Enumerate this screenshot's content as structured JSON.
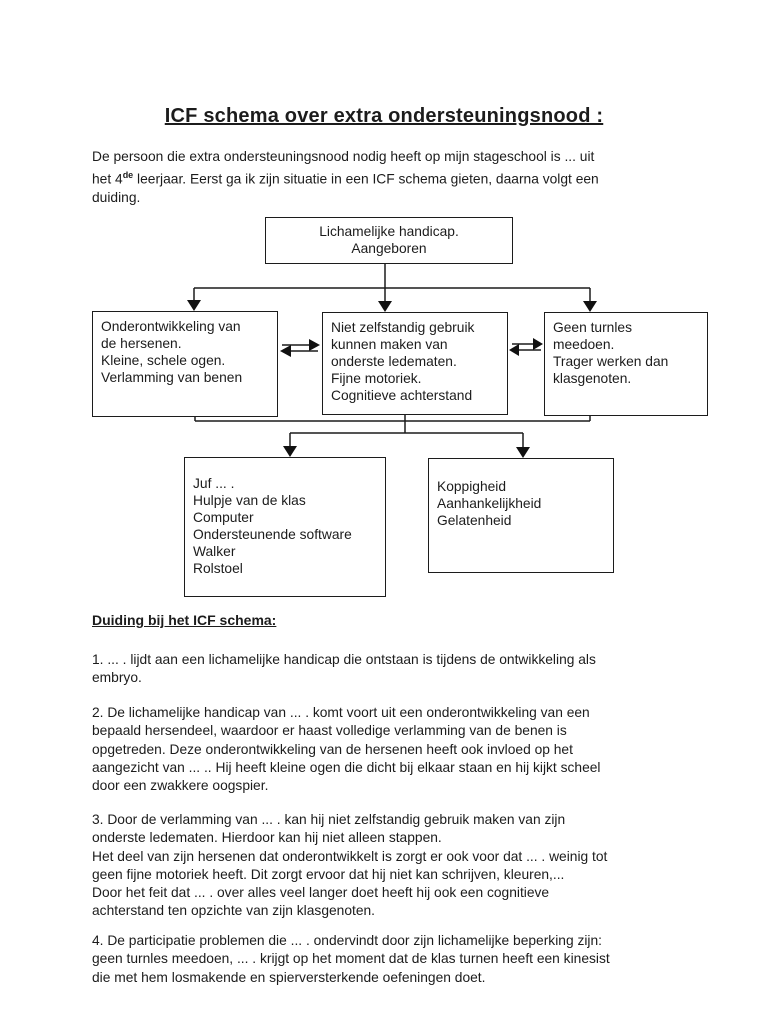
{
  "page": {
    "title": "ICF schema over extra ondersteuningsnood :"
  },
  "intro": {
    "line1": "De persoon die extra ondersteuningsnood nodig heeft op mijn stageschool is ... uit",
    "line2_part_a": "het 4",
    "line2_sup": "de",
    "line2_part_b": " leerjaar. Eerst ga ik zijn situatie in een ICF schema gieten, daarna volgt een",
    "line3": "duiding."
  },
  "diagram": {
    "top_box": {
      "lines": [
        "Lichamelijke handicap.",
        "Aangeboren"
      ]
    },
    "left_box": {
      "lines": [
        "Onderontwikkeling van",
        "de hersenen.",
        "Kleine, schele ogen.",
        "Verlamming van benen"
      ]
    },
    "middle_box": {
      "lines": [
        "Niet zelfstandig gebruik",
        "kunnen maken van",
        "onderste ledematen.",
        "Fijne motoriek.",
        "Cognitieve achterstand"
      ]
    },
    "right_box": {
      "lines": [
        "Geen turnles",
        "meedoen.",
        "Trager werken dan",
        "klasgenoten."
      ]
    },
    "bottom_left_box": {
      "lines": [
        "Juf ... .",
        "Hulpje van de klas",
        "Computer",
        "Ondersteunende software",
        "Walker",
        "Rolstoel"
      ]
    },
    "bottom_right_box": {
      "lines": [
        "Koppigheid",
        "Aanhankelijkheid",
        "Gelatenheid"
      ]
    }
  },
  "duiding": {
    "heading": "Duiding bij het ICF schema:",
    "p1": {
      "lines": [
        "1. ... . lijdt aan een lichamelijke handicap die ontstaan is tijdens de ontwikkeling als",
        "embryo."
      ]
    },
    "p2": {
      "lines": [
        "2. De lichamelijke handicap van ... . komt voort uit een onderontwikkeling van een",
        "bepaald hersendeel, waardoor er haast volledige verlamming van de benen is",
        "opgetreden. Deze onderontwikkeling van de hersenen heeft ook invloed op het",
        "aangezicht van ... .. Hij heeft kleine ogen die dicht bij elkaar staan en hij kijkt scheel",
        "door een zwakkere oogspier."
      ]
    },
    "p3": {
      "lines": [
        "3. Door de verlamming van ... . kan hij niet zelfstandig gebruik maken van zijn",
        "onderste ledematen. Hierdoor kan hij niet alleen stappen.",
        "Het deel van zijn hersenen dat onderontwikkelt is zorgt er ook voor dat ... . weinig tot",
        "geen fijne motoriek heeft. Dit zorgt ervoor dat hij niet kan schrijven, kleuren,...",
        "Door het feit dat ... . over alles veel langer doet heeft hij ook een cognitieve",
        "achterstand ten opzichte van zijn klasgenoten."
      ]
    },
    "p4": {
      "lines": [
        "4. De participatie problemen die ... . ondervindt door zijn lichamelijke beperking zijn:",
        "geen turnles meedoen, ... . krijgt op het moment dat de klas turnen heeft een kinesist",
        "die met hem losmakende en spierversterkende oefeningen doet."
      ]
    }
  },
  "colors": {
    "text": "#1c1c1c",
    "border": "#1c1c1c",
    "background": "#ffffff"
  }
}
